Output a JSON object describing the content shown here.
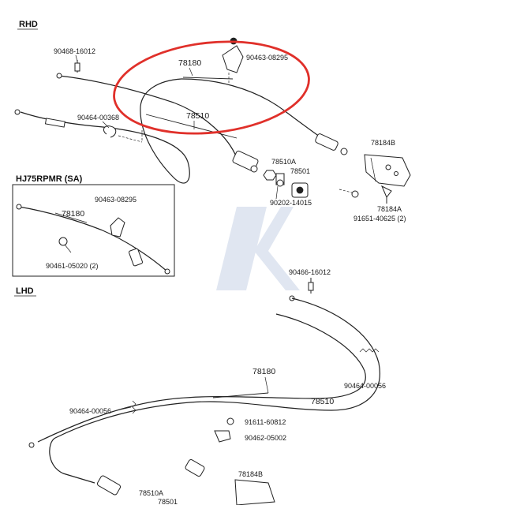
{
  "sections": {
    "rhd": "RHD",
    "inset": "HJ75RPMR (SA)",
    "lhd": "LHD"
  },
  "rhd_labels": {
    "bolt_top": "90468-16012",
    "clamp_top": "90463-08295",
    "cable_78180": "78180",
    "clip_90464": "90464-00368",
    "cable_78510": "78510",
    "bracket_78184b": "78184B",
    "bushing_78510a": "78510A",
    "bushing_78501": "78501",
    "nut_90202": "90202-14015",
    "bolt_91651": "91651-40625 (2)",
    "stop_78184a": "78184A"
  },
  "inset_labels": {
    "clamp": "90463-08295",
    "cable": "78180",
    "clip": "90461-05020 (2)"
  },
  "lhd_labels": {
    "bolt_top": "90466-16012",
    "cable_78180": "78180",
    "spring_90464": "90464-00056",
    "cable_78510": "78510",
    "clip_left": "90464-00056",
    "bolt_91611": "91611-60812",
    "clip_90462": "90462-05002",
    "bracket_78184b": "78184B",
    "bushing_78510a": "78510A",
    "bushing_78501": "78501"
  },
  "highlight": {
    "color": "#e0302a"
  },
  "watermark": {
    "color": "#c8d3e6"
  }
}
